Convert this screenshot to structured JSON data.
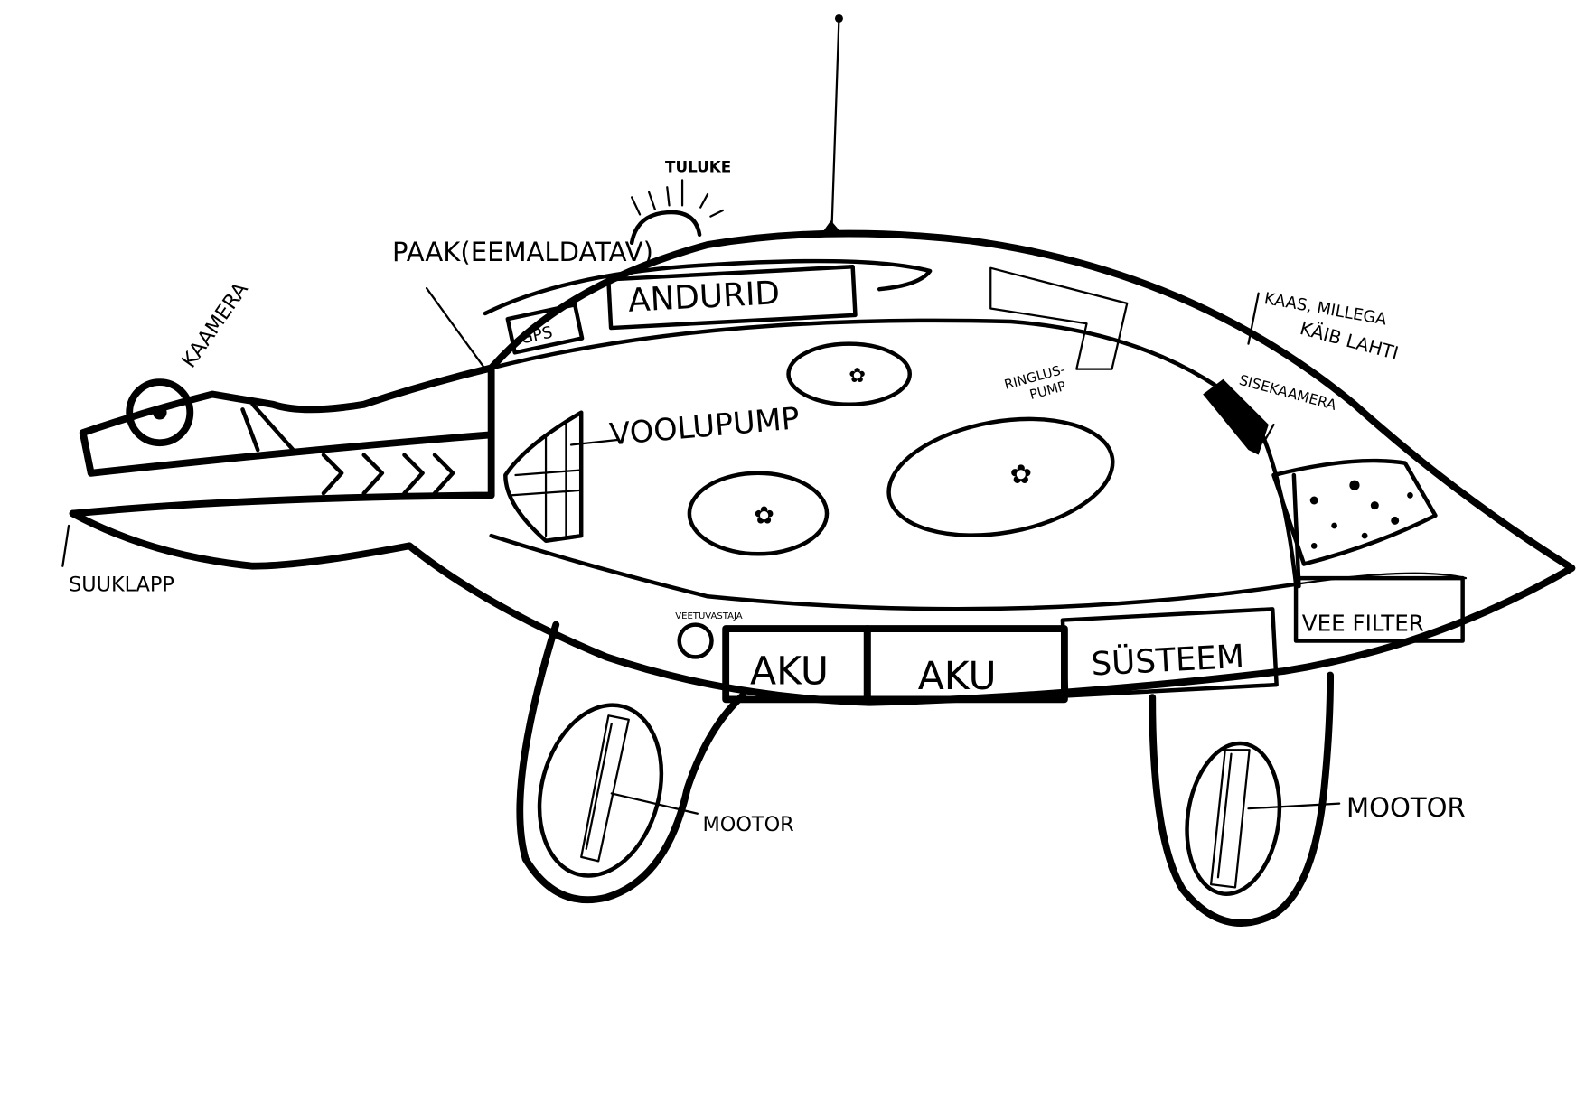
{
  "diagram": {
    "labels": {
      "kaamera": "KAAMERA",
      "paak": "PAAK(EEMALDATAV)",
      "tuluke": "TULUKE",
      "andurid": "ANDURID",
      "gps": "GPS",
      "voolupump": "VOOLUPUMP",
      "ringluspump_1": "RINGLUS-",
      "ringluspump_2": "PUMP",
      "kaas_1": "KAAS, MILLEGA",
      "kaas_2": "KÄIB LAHTI",
      "sisekaamera": "SISEKAAMERA",
      "suuklapp": "SUUKLAPP",
      "veetuvastaja": "VEETUVASTAJA",
      "aku_1": "AKU",
      "aku_2": "AKU",
      "systeem": "SÜSTEEM",
      "vee_filter": "VEE FILTER",
      "mootor_left": "MOOTOR",
      "mootor_right": "MOOTOR"
    }
  }
}
